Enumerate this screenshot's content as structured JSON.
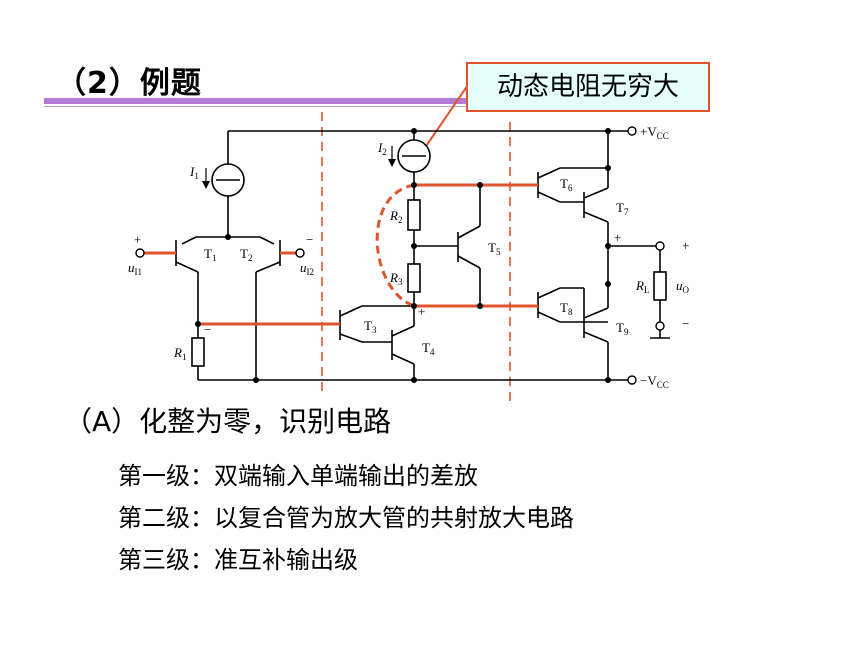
{
  "title": "（2）例题",
  "callout": "动态电阻无穷大",
  "labels": {
    "vcc_pos": "+V",
    "vcc_neg": "−V",
    "vcc_sub": "CC",
    "I1": "I",
    "I1_sub": "1",
    "I2": "I",
    "I2_sub": "2",
    "T1": "T",
    "T1_sub": "1",
    "T2": "T",
    "T2_sub": "2",
    "T3": "T",
    "T3_sub": "3",
    "T4": "T",
    "T4_sub": "4",
    "T5": "T",
    "T5_sub": "5",
    "T6": "T",
    "T6_sub": "6",
    "T7": "T",
    "T7_sub": "7",
    "T8": "T",
    "T8_sub": "8",
    "T9": "T",
    "T9_sub": "9",
    "R1": "R",
    "R1_sub": "1",
    "R2": "R",
    "R2_sub": "2",
    "R3": "R",
    "R3_sub": "3",
    "RL": "R",
    "RL_sub": "L",
    "uI1": "u",
    "uI1_sub": "I1",
    "uI2": "u",
    "uI2_sub": "I2",
    "uO": "u",
    "uO_sub": "O",
    "plus": "+",
    "minus": "−"
  },
  "heading": "（A）化整为零，识别电路",
  "lines": [
    "第一级：双端输入单端输出的差放",
    "第二级：以复合管为放大管的共射放大电路",
    "第三级：准互补输出级"
  ]
}
